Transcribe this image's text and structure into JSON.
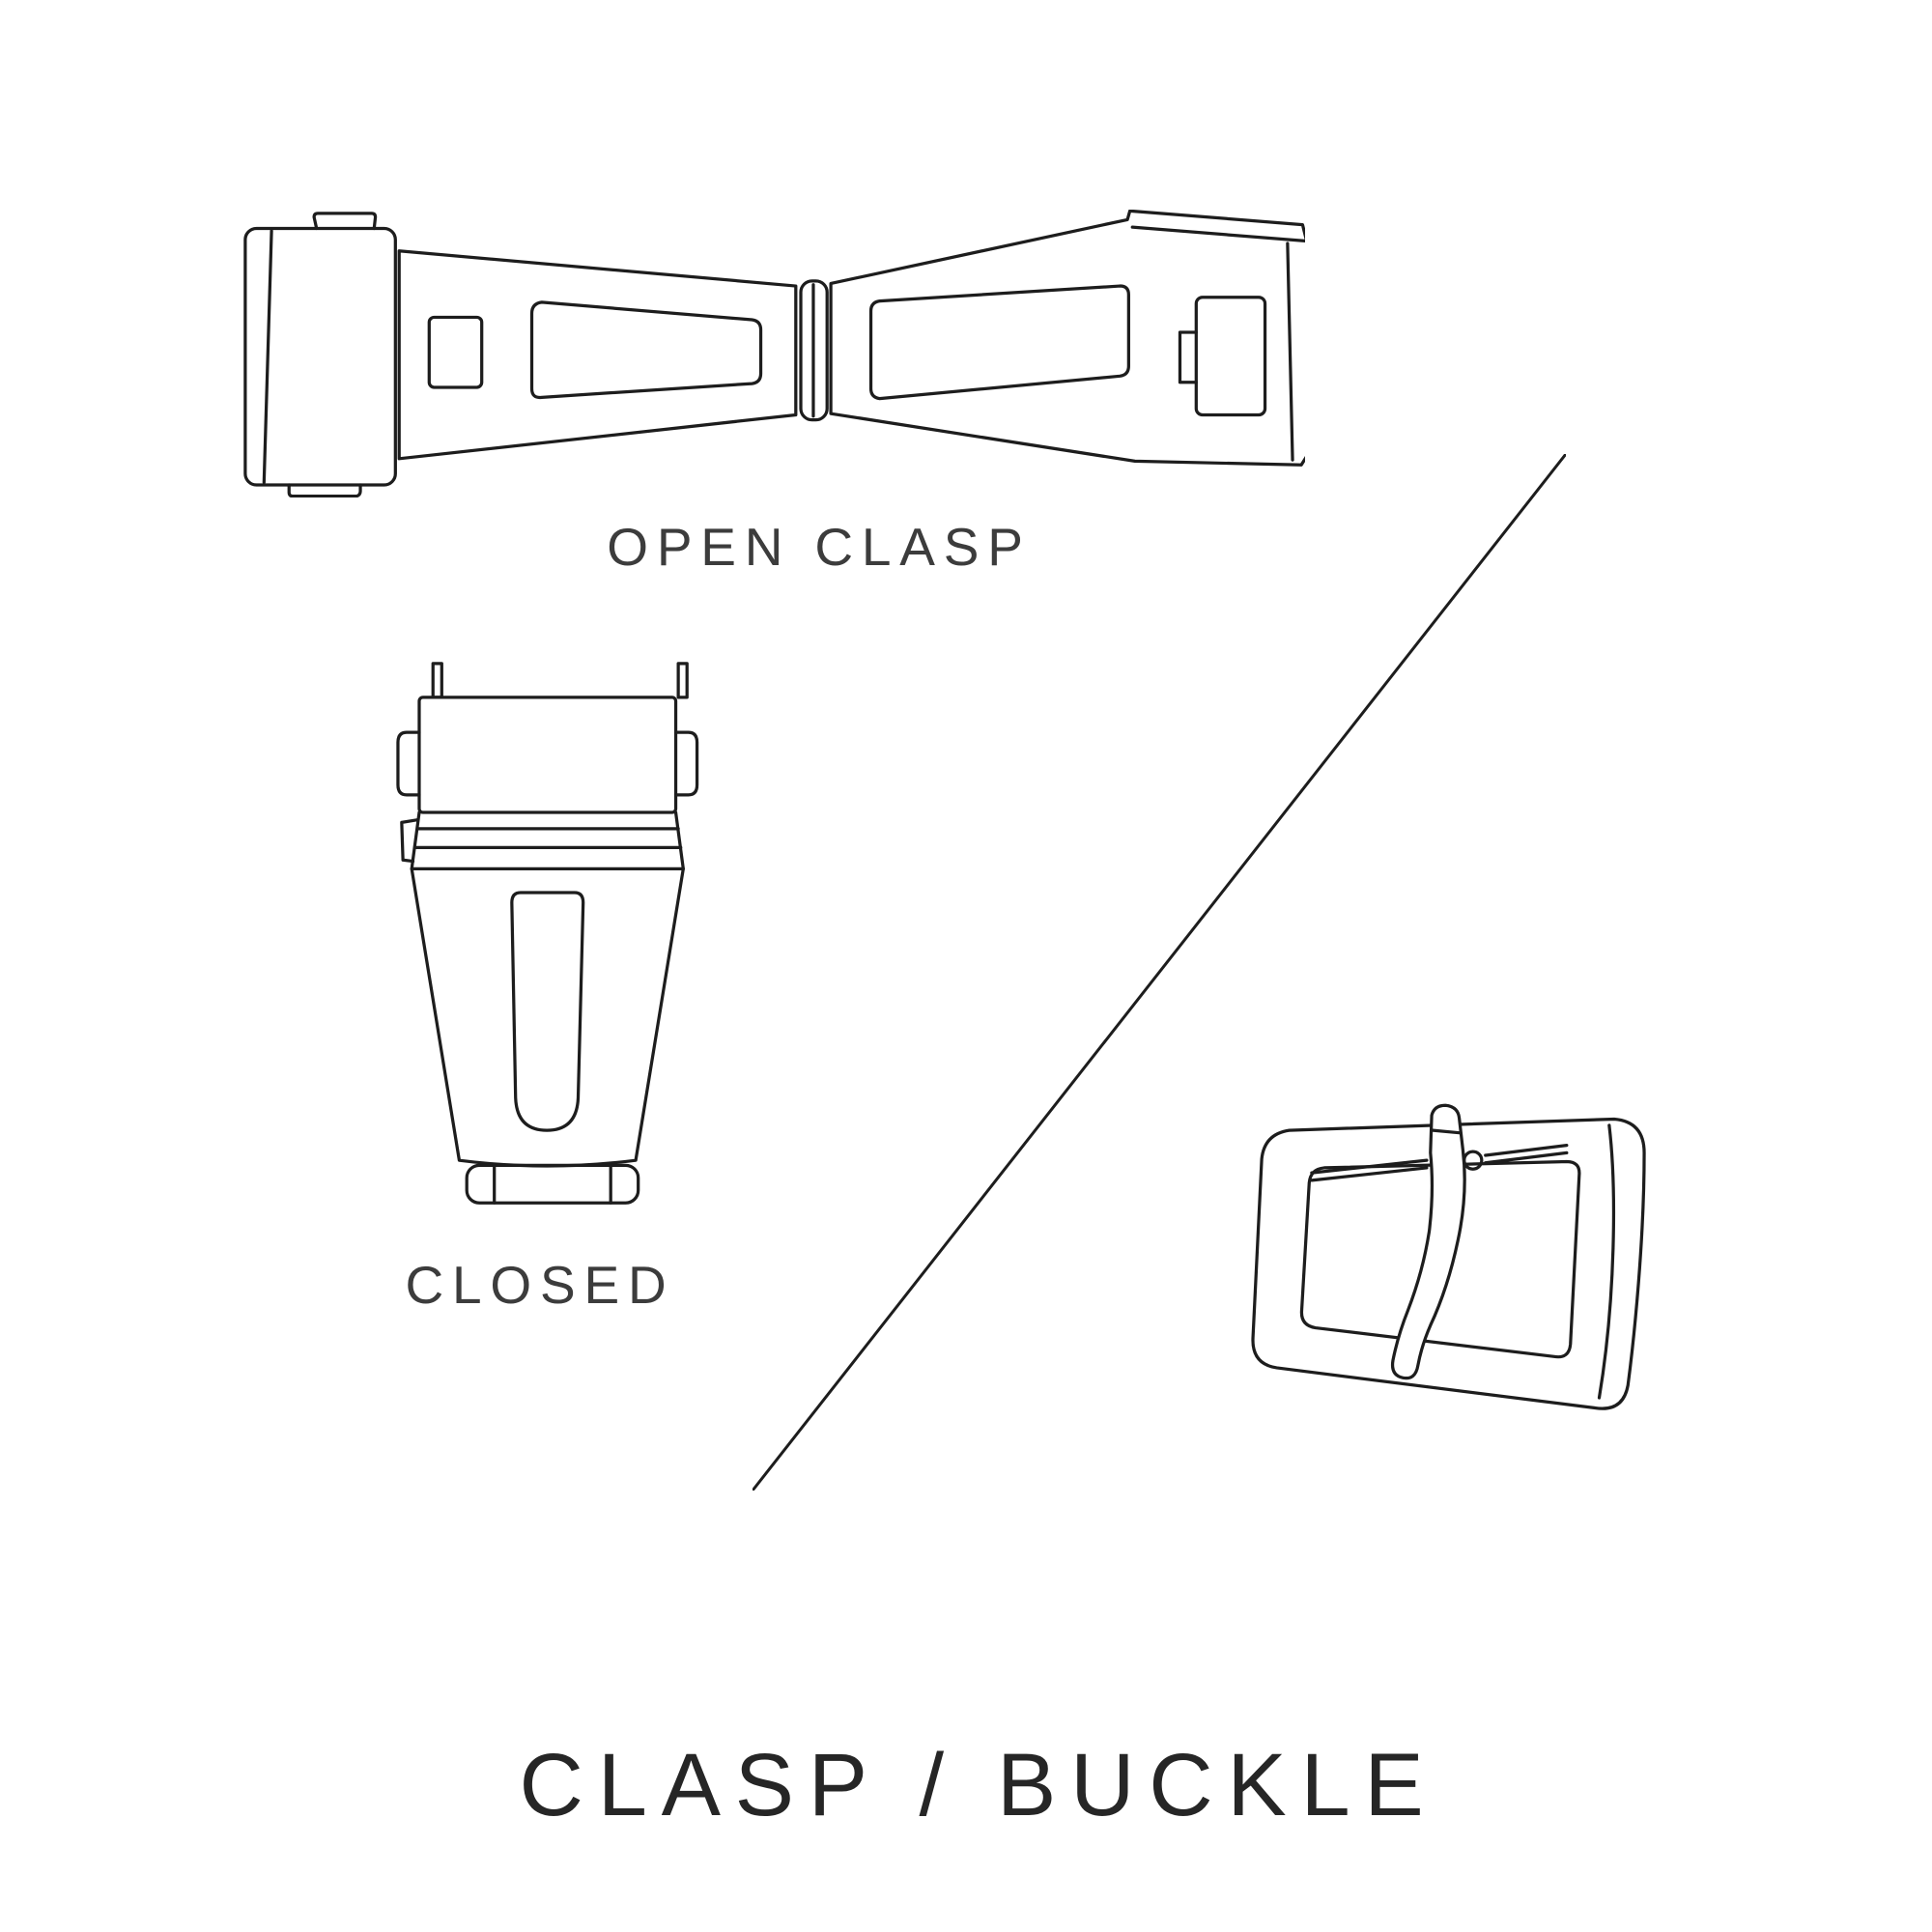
{
  "page": {
    "background": "#ffffff",
    "line_color": "#1d1d1d",
    "text_color": "#3c3c3c",
    "title_color": "#262626"
  },
  "diagram": {
    "title": "CLASP / BUCKLE",
    "figures": [
      {
        "id": "open-clasp",
        "label": "OPEN CLASP",
        "icon": "open-clasp-line-drawing"
      },
      {
        "id": "closed-clasp",
        "label": "CLOSED",
        "icon": "closed-clasp-line-drawing"
      },
      {
        "id": "buckle",
        "label": "",
        "icon": "tang-buckle-line-drawing"
      }
    ],
    "divider": {
      "type": "diagonal-line"
    }
  }
}
